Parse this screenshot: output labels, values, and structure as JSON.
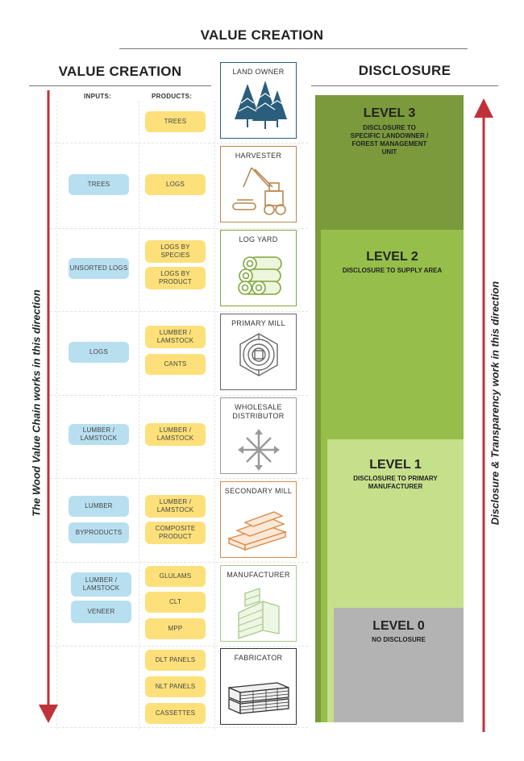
{
  "title": "VALUE CREATION",
  "left_header": "VALUE CREATION",
  "right_header": "DISCLOSURE",
  "col_inputs": "INPUTS:",
  "col_products": "PRODUCTS:",
  "left_arrow_text": "The Wood Value Chain works in this direction",
  "right_arrow_text": "Disclosure & Transparency work in this direction",
  "stages": [
    {
      "name": "LAND OWNER",
      "icon": "trees-icon",
      "color": "#2b5e7d",
      "inputs": [],
      "products": [
        "TREES"
      ]
    },
    {
      "name": "HARVESTER",
      "icon": "harvester-icon",
      "color": "#b8864e",
      "inputs": [
        "TREES"
      ],
      "products": [
        "LOGS"
      ]
    },
    {
      "name": "LOG YARD",
      "icon": "log-pile-icon",
      "color": "#7fa83c",
      "inputs": [
        "UNSORTED LOGS"
      ],
      "products": [
        "LOGS BY SPECIES",
        "LOGS BY PRODUCT"
      ]
    },
    {
      "name": "PRIMARY MILL",
      "icon": "log-cross-section-icon",
      "color": "#666666",
      "inputs": [
        "LOGS"
      ],
      "products": [
        "LUMBER / LAMSTOCK",
        "CANTS"
      ]
    },
    {
      "name": "WHOLESALE DISTRIBUTOR",
      "icon": "distribution-arrows-icon",
      "color": "#9a9a9a",
      "inputs": [
        "LUMBER / LAMSTOCK"
      ],
      "products": [
        "LUMBER / LAMSTOCK"
      ]
    },
    {
      "name": "SECONDARY MILL",
      "icon": "lumber-stack-icon",
      "color": "#d98a4a",
      "inputs": [
        "LUMBER",
        "BYPRODUCTS"
      ],
      "products": [
        "LUMBER / LAMSTOCK",
        "COMPOSITE PRODUCT"
      ]
    },
    {
      "name": "MANUFACTURER",
      "icon": "engineered-panel-icon",
      "color": "#a9c98a",
      "inputs": [
        "LUMBER / LAMSTOCK",
        "VENEER"
      ],
      "products": [
        "GLULAMS",
        "CLT",
        "MPP"
      ]
    },
    {
      "name": "FABRICATOR",
      "icon": "mass-timber-panels-icon",
      "color": "#333333",
      "inputs": [],
      "products": [
        "DLT PANELS",
        "NLT PANELS",
        "CASSETTES"
      ]
    }
  ],
  "levels": [
    {
      "title": "LEVEL 3",
      "desc": "DISCLOSURE TO SPECIFIC LANDOWNER / FOREST MANAGEMENT UNIT",
      "color": "#7a9a3c"
    },
    {
      "title": "LEVEL 2",
      "desc": "DISCLOSURE TO SUPPLY AREA",
      "color": "#95bf4a"
    },
    {
      "title": "LEVEL 1",
      "desc": "DISCLOSURE TO PRIMARY MANUFACTURER",
      "color": "#c6df8a"
    },
    {
      "title": "LEVEL 0",
      "desc": "NO DISCLOSURE",
      "color": "#b3b3b3"
    }
  ],
  "colors": {
    "arrow_red": "#c0323a",
    "pill_yellow": "#fde07a",
    "pill_blue": "#b8dff0"
  }
}
